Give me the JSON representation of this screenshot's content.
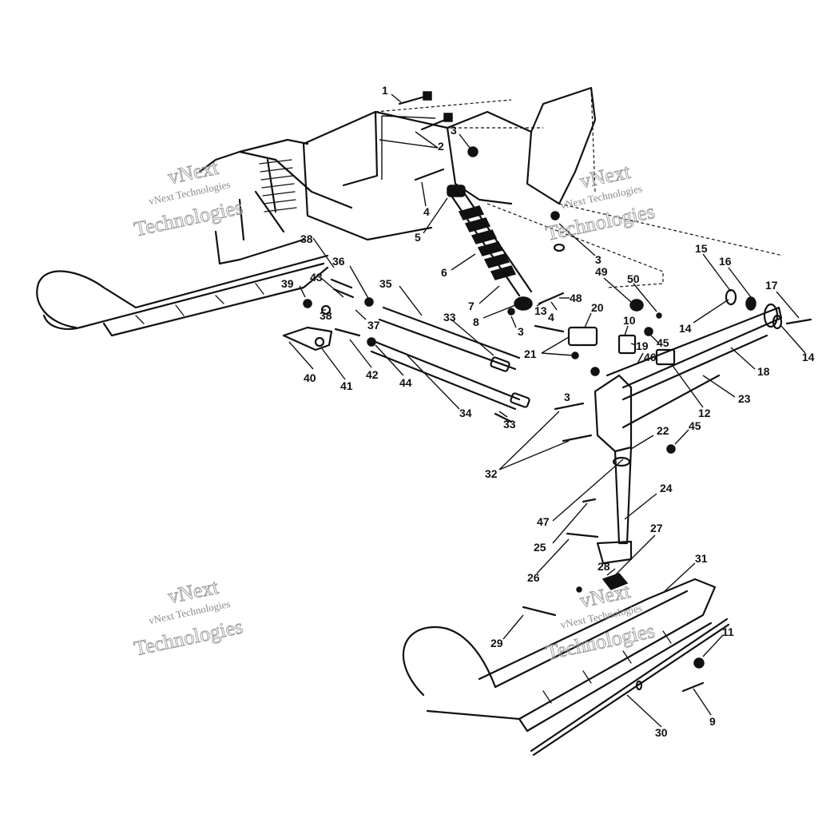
{
  "callouts": [
    "1",
    "2",
    "3",
    "4",
    "5",
    "6",
    "7",
    "8",
    "3",
    "3",
    "3",
    "4",
    "13",
    "48",
    "49",
    "50",
    "10",
    "19",
    "20",
    "21",
    "45",
    "46",
    "12",
    "15",
    "16",
    "17",
    "14",
    "14",
    "18",
    "23",
    "22",
    "45",
    "24",
    "25",
    "26",
    "27",
    "28",
    "31",
    "11",
    "9",
    "30",
    "29",
    "47",
    "32",
    "33",
    "33",
    "34",
    "35",
    "36",
    "37",
    "38",
    "38",
    "39",
    "40",
    "41",
    "42",
    "43",
    "44"
  ],
  "watermark": {
    "line1": "vNext",
    "line2": "vNext Technologies",
    "line3": "Technologies"
  }
}
